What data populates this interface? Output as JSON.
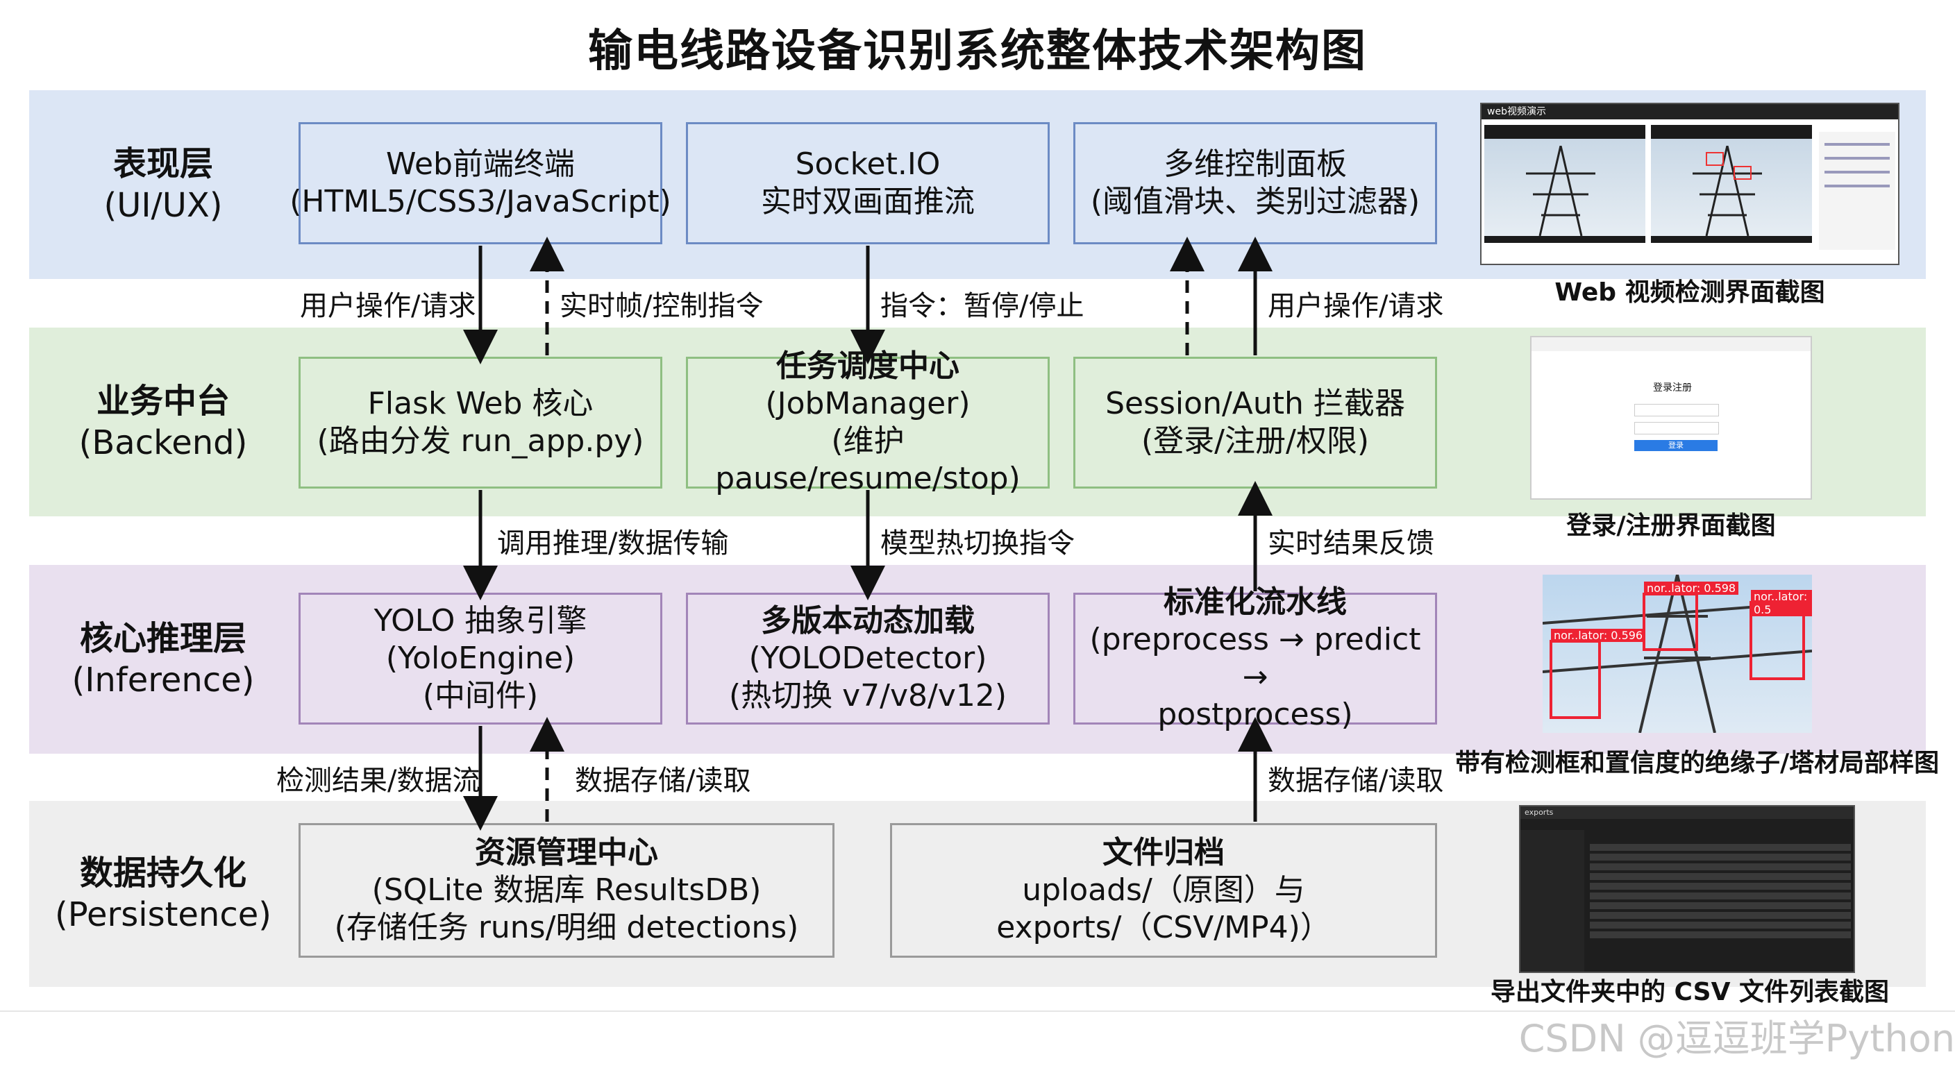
{
  "title": "输电线路设备识别系统整体技术架构图",
  "layers": [
    {
      "zh": "表现层",
      "en": "(UI/UX)"
    },
    {
      "zh": "业务中台",
      "en": "(Backend)"
    },
    {
      "zh": "核心推理层",
      "en": "(Inference)"
    },
    {
      "zh": "数据持久化",
      "en": "(Persistence)"
    }
  ],
  "boxes": {
    "web_frontend": {
      "line1": "Web前端终端",
      "line2": "(HTML5/CSS3/JavaScript)"
    },
    "socketio": {
      "line1": "Socket.IO",
      "line2": "实时双画面推流"
    },
    "control_panel": {
      "line1": "多维控制面板",
      "line2": "(阈值滑块、类别过滤器)"
    },
    "flask_core": {
      "line1": "Flask Web 核心",
      "line2": "(路由分发 run_app.py)"
    },
    "job_center": {
      "line1": "任务调度中心",
      "line2": "(JobManager)",
      "line3": "(维护 pause/resume/stop)"
    },
    "session_auth": {
      "line1": "Session/Auth 拦截器",
      "line2": "(登录/注册/权限)"
    },
    "yolo_engine": {
      "line1": "YOLO 抽象引擎",
      "line2": "(YoloEngine)",
      "line3": "(中间件)"
    },
    "multi_version": {
      "line1": "多版本动态加载",
      "line2": "(YOLODetector)",
      "line3": "(热切换 v7/v8/v12)"
    },
    "pipeline": {
      "line1": "标准化流水线",
      "line2": "(preprocess → predict →",
      "line3": "postprocess)"
    },
    "resource_center": {
      "line1": "资源管理中心",
      "line2": "(SQLite 数据库 ResultsDB)",
      "line3": "(存储任务 runs/明细 detections)"
    },
    "file_archive": {
      "line1": "文件归档",
      "line2": "uploads/（原图）与",
      "line3": "exports/（CSV/MP4)）"
    }
  },
  "edges": {
    "user_op_1": "用户操作/请求",
    "realtime_frame": "实时帧/控制指令",
    "command": "指令：暂停/停止",
    "user_op_2": "用户操作/请求",
    "call_infer": "调用推理/数据传输",
    "model_switch": "模型热切换指令",
    "realtime_feedback": "实时结果反馈",
    "detect_result": "检测结果/数据流",
    "data_store_1": "数据存储/读取",
    "data_store_2": "数据存储/读取"
  },
  "thumbnails": {
    "web_video": {
      "caption": "Web 视频检测界面截图",
      "header": "web视频演示"
    },
    "login": {
      "caption": "登录/注册界面截图",
      "heading": "登录注册",
      "button": "登录"
    },
    "insulator": {
      "caption": "带有检测框和置信度的绝缘子/塔材局部样图",
      "label1": "nor..lator: 0.598",
      "label2": "nor..lator: 0.596",
      "label3": "nor..lator: 0.5"
    },
    "csv_files": {
      "caption": "导出文件夹中的 CSV 文件列表截图",
      "path": "exports"
    }
  },
  "watermark": "CSDN @逗逗班学Python",
  "colors": {
    "ui_layer": "#dce6f5",
    "backend_layer": "#e0eedb",
    "inference_layer": "#e9e0ef",
    "persistence_layer": "#eeeeee"
  }
}
